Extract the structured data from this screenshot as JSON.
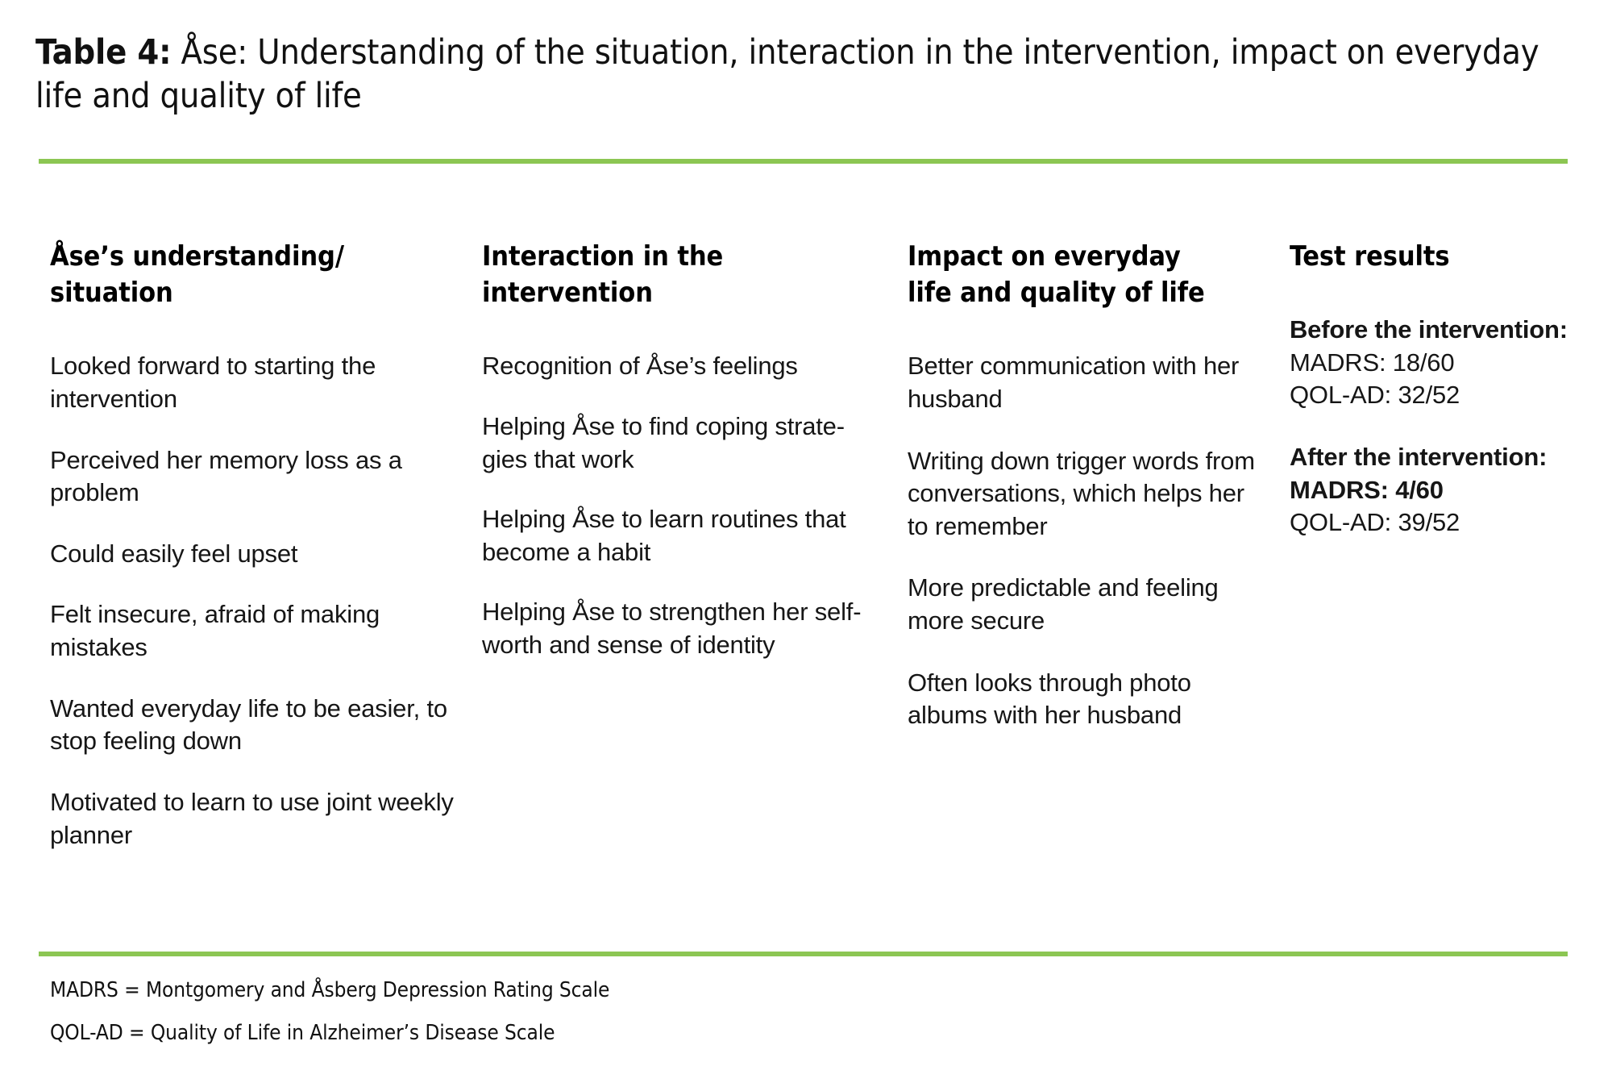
{
  "table": {
    "label": "Table 4:",
    "caption": "Åse: Understanding of the situation, interaction in the intervention, impact on everyday life and quality of life",
    "rule_color": "#8cc653",
    "columns": [
      {
        "header": "Åse’s understanding/ situation",
        "header_line1": "Åse’s understanding/",
        "header_line2": "situation",
        "items": [
          "Looked forward to starting the intervention",
          "Perceived her memory loss as a problem",
          "Could easily feel upset",
          "Felt insecure, afraid of making mistakes",
          "Wanted everyday life to be easier, to stop feeling down",
          "Motivated to learn to use joint weekly planner"
        ]
      },
      {
        "header": "Interaction in the intervention",
        "header_line1": "Interaction in the",
        "header_line2": "intervention",
        "items": [
          "Recognition of Åse’s feelings",
          "Helping Åse to find coping strate-gies that work",
          "Helping Åse to learn routines that become a habit",
          "Helping Åse to strengthen her self-worth and sense of identity"
        ]
      },
      {
        "header": "Impact on everyday life and quality of life",
        "header_line1": "Impact on everyday",
        "header_line2": "life and quality of life",
        "items": [
          "Better communication with her husband",
          "Writing down trigger words from conversations, which helps her to remember",
          "More predictable and feeling more secure",
          "Often looks through photo albums with her husband"
        ]
      },
      {
        "header": "Test results",
        "header_line1": "Test results",
        "header_line2": "",
        "results": [
          {
            "label": "Before the intervention:",
            "lines": [
              {
                "name": "MADRS:",
                "value": "18/60",
                "value_bold": false
              },
              {
                "name": "QOL-AD:",
                "value": "32/52",
                "value_bold": false
              }
            ]
          },
          {
            "label": "After the intervention:",
            "lines": [
              {
                "name": "MADRS:",
                "value": "4/60",
                "value_bold": true
              },
              {
                "name": "QOL-AD:",
                "value": "39/52",
                "value_bold": false
              }
            ]
          }
        ]
      }
    ],
    "footnotes": [
      "MADRS = Montgomery and Åsberg Depression Rating Scale",
      "QOL-AD = Quality of Life in Alzheimer’s Disease Scale"
    ]
  }
}
